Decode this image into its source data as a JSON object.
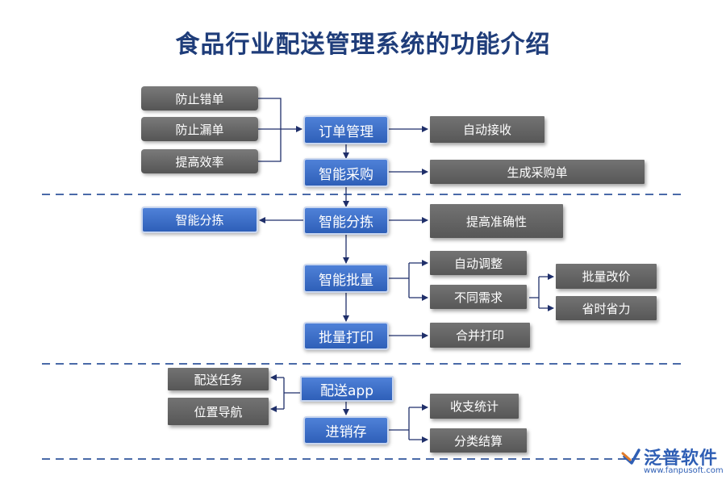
{
  "title": "食品行业配送管理系统的功能介绍",
  "section1": {
    "left": [
      "防止错单",
      "防止漏单",
      "提高效率"
    ],
    "center": [
      "订单管理",
      "智能采购"
    ],
    "right": [
      "自动接收",
      "生成采购单"
    ]
  },
  "section2": {
    "left": "智能分拣",
    "center": [
      "智能分拣",
      "智能批量",
      "批量打印"
    ],
    "right": [
      "提高准确性",
      "自动调整",
      "不同需求",
      "合并打印"
    ],
    "far_right": [
      "批量改价",
      "省时省力"
    ]
  },
  "section3": {
    "left": [
      "配送任务",
      "位置导航"
    ],
    "center": [
      "配送app",
      "进销存"
    ],
    "right": [
      "收支统计",
      "分类结算"
    ]
  },
  "logo": {
    "name": "泛普软件",
    "url": "www.fanpusoft.com"
  }
}
